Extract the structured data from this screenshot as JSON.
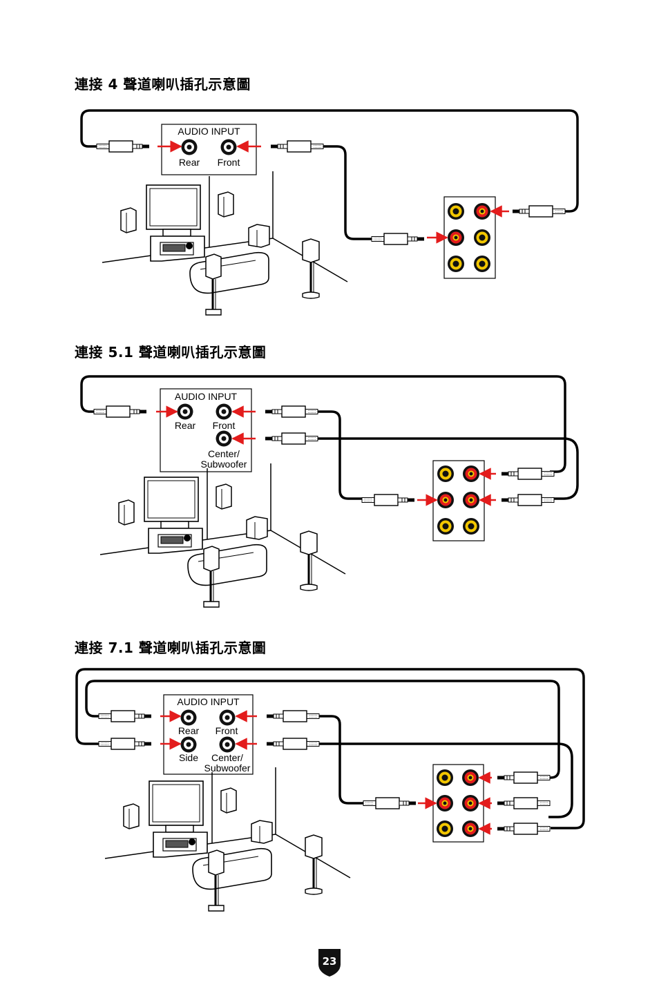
{
  "diagrams": [
    {
      "title": "連接 4 聲道喇叭插孔示意圖",
      "panel_title": "AUDIO INPUT",
      "labels": {
        "rear": "Rear",
        "front": "Front"
      }
    },
    {
      "title": "連接 5.1 聲道喇叭插孔示意圖",
      "panel_title": "AUDIO INPUT",
      "labels": {
        "rear": "Rear",
        "front": "Front",
        "center_line1": "Center/",
        "center_line2": "Subwoofer"
      }
    },
    {
      "title": "連接 7.1 聲道喇叭插孔示意圖",
      "panel_title": "AUDIO INPUT",
      "labels": {
        "rear": "Rear",
        "front": "Front",
        "side": "Side",
        "center_line1": "Center/",
        "center_line2": "Subwoofer"
      }
    }
  ],
  "colors": {
    "jack_active": "#e31c1c",
    "jack_ring": "#f2c600",
    "jack_core": "#111111",
    "arrow": "#e31c1c"
  },
  "page_number": "23"
}
